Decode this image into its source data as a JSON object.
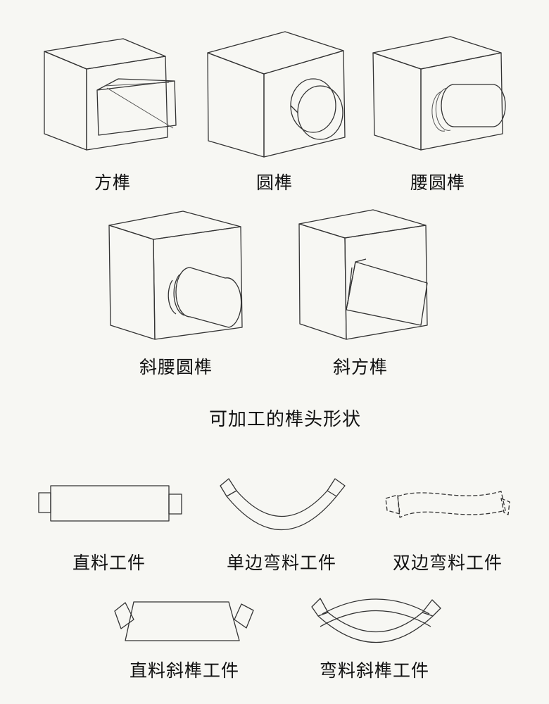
{
  "tenon_shapes": {
    "items": [
      {
        "label": "方榫"
      },
      {
        "label": "圆榫"
      },
      {
        "label": "腰圆榫"
      },
      {
        "label": "斜腰圆榫"
      },
      {
        "label": "斜方榫"
      }
    ],
    "section_title": "可加工的榫头形状"
  },
  "workpieces": {
    "items": [
      {
        "label": "直料工件"
      },
      {
        "label": "单边弯料工件"
      },
      {
        "label": "双边弯料工件"
      },
      {
        "label": "直料斜榫工件"
      },
      {
        "label": "弯料斜榫工件"
      }
    ]
  }
}
